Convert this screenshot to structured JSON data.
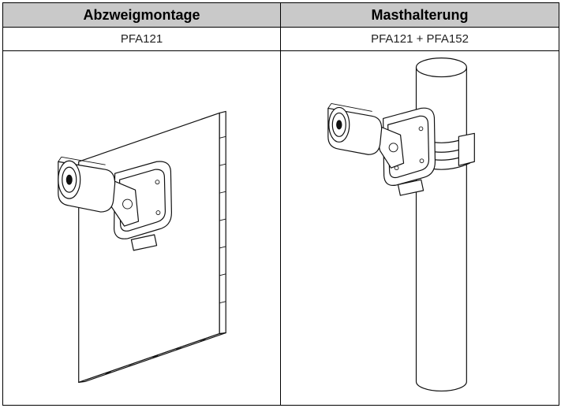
{
  "table": {
    "columns": [
      {
        "header": "Abzweigmontage",
        "model": "PFA121",
        "image": "camera-wall-mount-illustration"
      },
      {
        "header": "Masthalterung",
        "model": "PFA121 + PFA152",
        "image": "camera-pole-mount-illustration"
      }
    ]
  }
}
